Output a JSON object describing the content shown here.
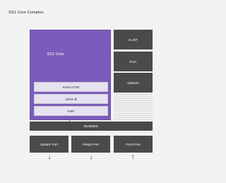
{
  "title": "SS1 Core Complex",
  "core": {
    "label": "SS1 Core",
    "blocks": [
      "64KB DTIM",
      "16KB I$",
      "PMP"
    ]
  },
  "side_blocks": [
    "CLINT",
    "PLIC",
    "DEBUG"
  ],
  "bus": "BusMatrix",
  "ports": [
    {
      "label": "System Port",
      "arrow": "↓"
    },
    {
      "label": "Periph Port",
      "arrow": "↓"
    },
    {
      "label": "Front Port",
      "arrow": "↑"
    }
  ]
}
